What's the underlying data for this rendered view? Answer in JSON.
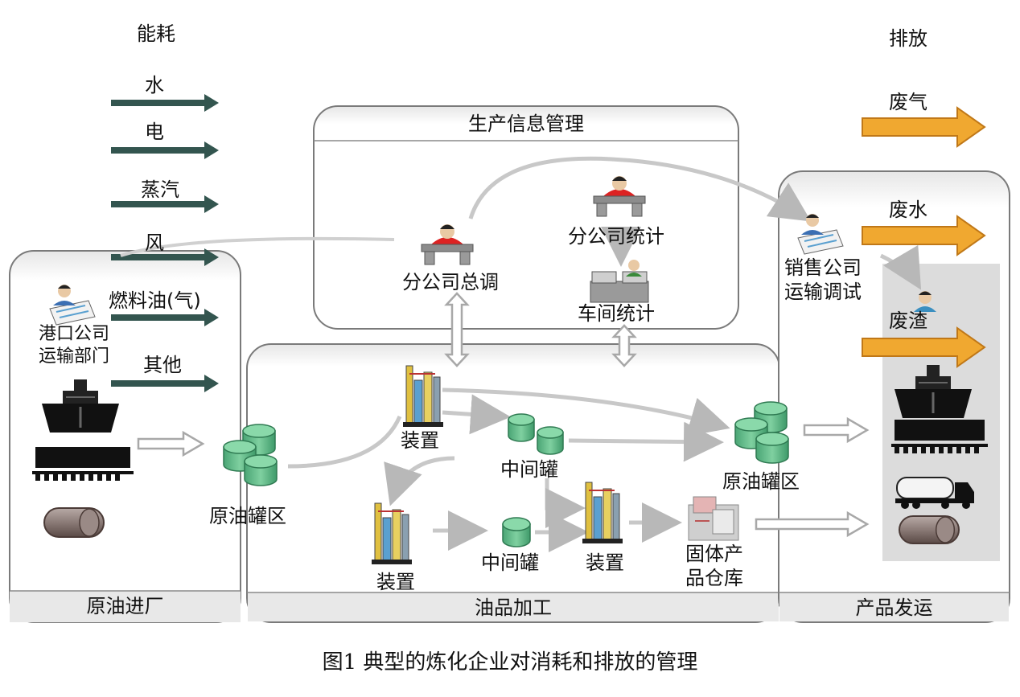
{
  "left_header": "能耗",
  "right_header": "排放",
  "energy_inputs": [
    {
      "key": "water",
      "label": "水"
    },
    {
      "key": "electricity",
      "label": "电"
    },
    {
      "key": "steam",
      "label": "蒸汽"
    },
    {
      "key": "wind",
      "label": "风"
    },
    {
      "key": "fuel",
      "label": "燃料油(气)"
    },
    {
      "key": "other",
      "label": "其他"
    }
  ],
  "emissions": [
    {
      "key": "gas",
      "label": "废气"
    },
    {
      "key": "water",
      "label": "废水"
    },
    {
      "key": "slag",
      "label": "废渣"
    }
  ],
  "panels": {
    "crude_in": "原油进厂",
    "info_mgmt": "生产信息管理",
    "processing": "油品加工",
    "dispatch": "产品发运"
  },
  "nodes": {
    "port": "港口公司\n运输部门",
    "branch_dispatch": "分公司总调",
    "branch_stats": "分公司统计",
    "workshop_stats": "车间统计",
    "sales": "销售公司\n运输调试",
    "tank1": "原油罐区",
    "tank2": "原油罐区",
    "unit1": "装置",
    "unit2": "装置",
    "unit3": "装置",
    "mid1": "中间罐",
    "mid2": "中间罐",
    "solid": "固体产\n品仓库"
  },
  "caption": "图1 典型的炼化企业对消耗和排放的管理",
  "colors": {
    "energy_arrow": "#33554f",
    "emission_arrow": "#f0a830",
    "tank": "#5fb98a",
    "panel_bg": "#efefef",
    "panel_border": "#7a7a7a"
  }
}
